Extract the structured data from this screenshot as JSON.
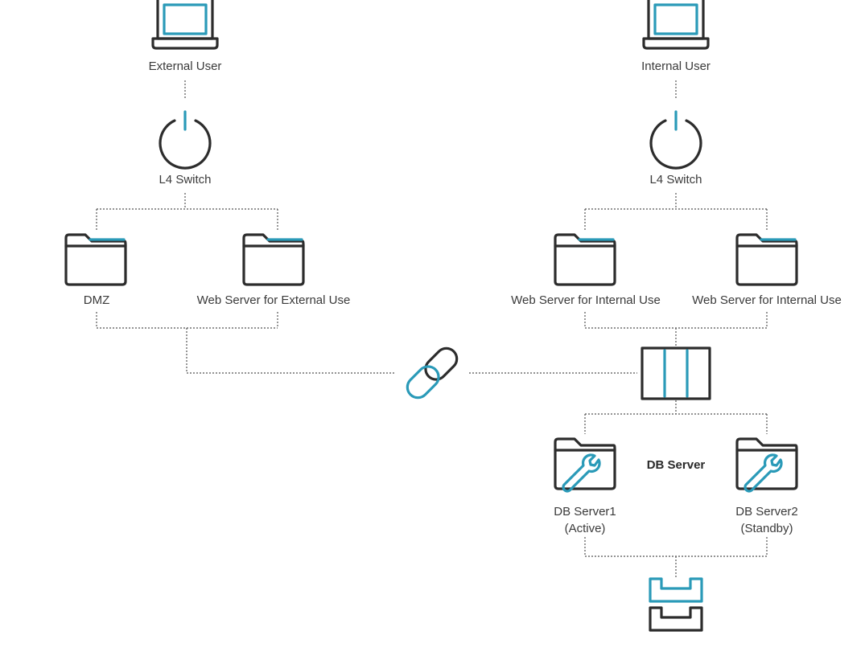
{
  "colors": {
    "accent": "#2a9ab8",
    "icon": "#2c2c2c",
    "connector": "#555555"
  },
  "nodes": {
    "external_user": {
      "label": "External User",
      "icon": "laptop-icon"
    },
    "internal_user": {
      "label": "Internal User",
      "icon": "laptop-icon"
    },
    "l4_switch_external": {
      "label": "L4 Switch",
      "icon": "power-icon"
    },
    "l4_switch_internal": {
      "label": "L4 Switch",
      "icon": "power-icon"
    },
    "dmz": {
      "label": "DMZ",
      "icon": "folder-icon"
    },
    "web_server_external": {
      "label": "Web Server for External Use",
      "icon": "folder-icon"
    },
    "web_server_internal_1": {
      "label": "Web Server for Internal Use",
      "icon": "folder-icon"
    },
    "web_server_internal_2": {
      "label": "Web Server for Internal Use",
      "icon": "folder-icon"
    },
    "link": {
      "icon": "chain-link-icon"
    },
    "firewall": {
      "icon": "firewall-icon"
    },
    "db_server_group": {
      "label": "DB Server"
    },
    "db_server_1": {
      "label": "DB Server1\n(Active)",
      "icon": "folder-wrench-icon"
    },
    "db_server_2": {
      "label": "DB Server2\n(Standby)",
      "icon": "folder-wrench-icon"
    },
    "storage": {
      "icon": "storage-tray-icon"
    }
  }
}
